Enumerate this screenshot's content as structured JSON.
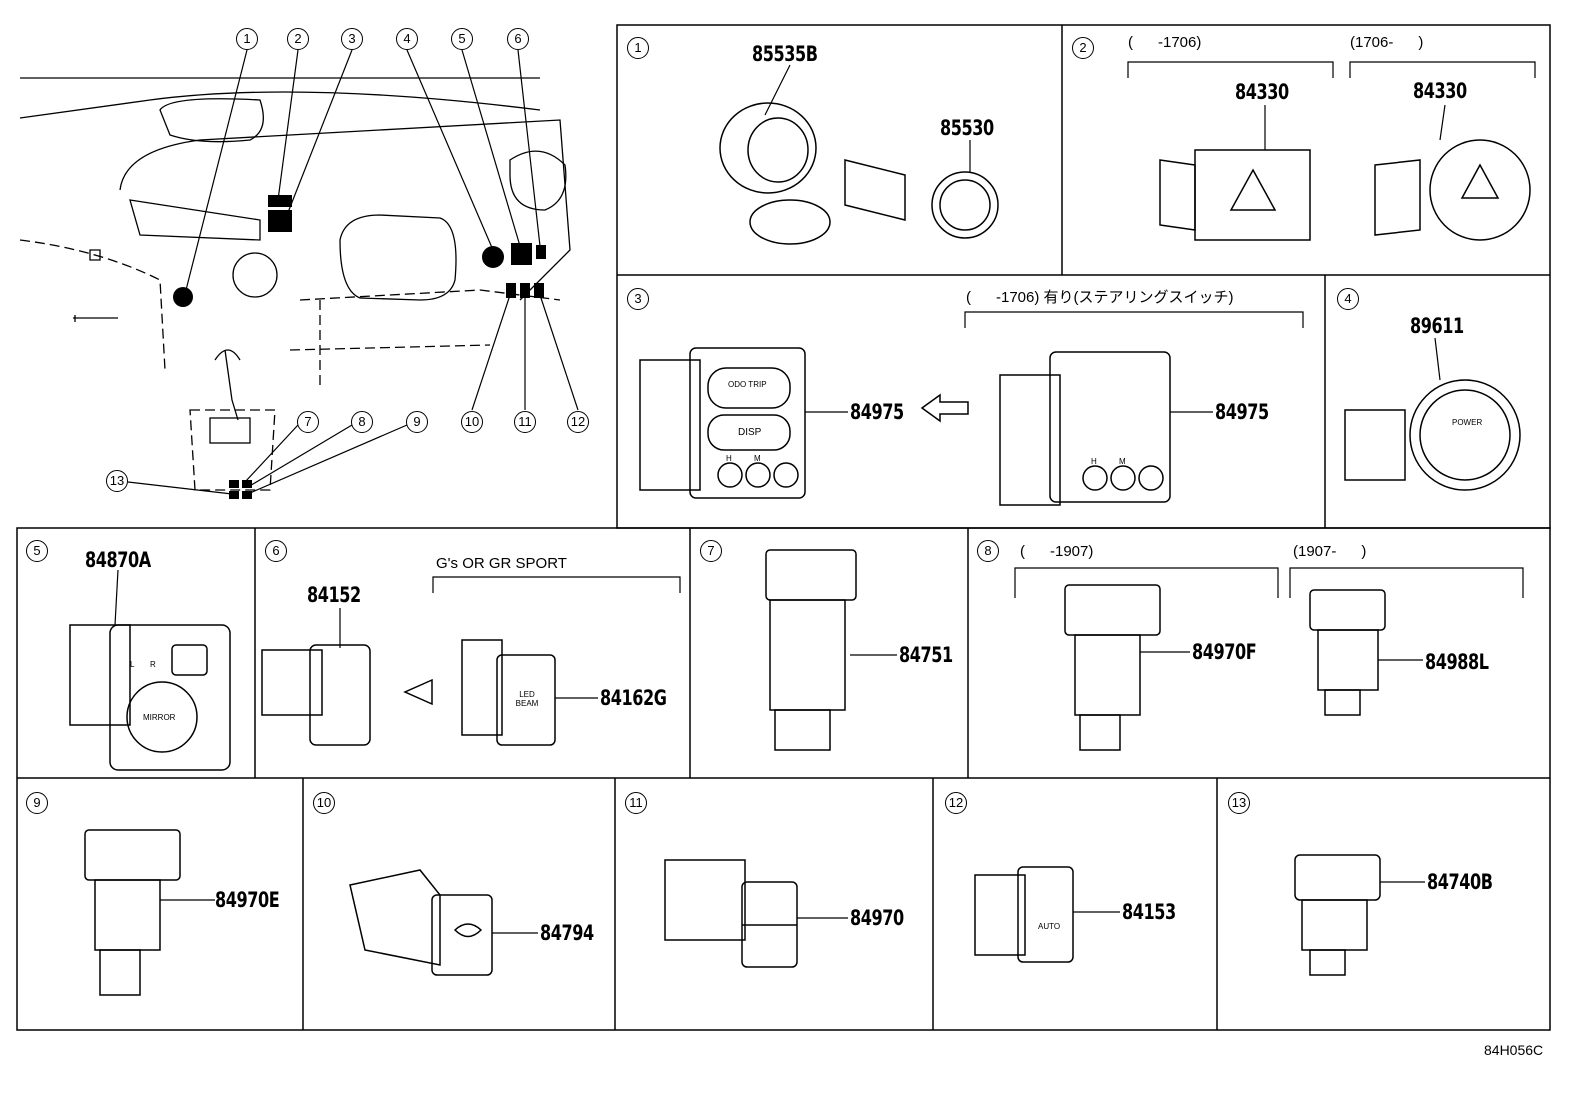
{
  "diagram_code": "84H056C",
  "overview": {
    "callouts": [
      "1",
      "2",
      "3",
      "4",
      "5",
      "6",
      "7",
      "8",
      "9",
      "10",
      "11",
      "12",
      "13"
    ]
  },
  "panels": [
    {
      "number": "1",
      "parts": [
        "85535B",
        "85530"
      ]
    },
    {
      "number": "2",
      "parts": [
        "84330",
        "84330"
      ],
      "notes": [
        "(      -1706)",
        "(1706-      )"
      ]
    },
    {
      "number": "3",
      "parts": [
        "84975",
        "84975"
      ],
      "notes": [
        "(      -1706) 有り(ステアリングスイッチ)"
      ],
      "labels": [
        "ODO TRIP",
        "DISP",
        "H",
        "M",
        "H",
        "M"
      ]
    },
    {
      "number": "4",
      "parts": [
        "89611"
      ],
      "labels": [
        "POWER"
      ]
    },
    {
      "number": "5",
      "parts": [
        "84870A"
      ],
      "labels": [
        "L",
        "R",
        "MIRROR"
      ]
    },
    {
      "number": "6",
      "parts": [
        "84152",
        "84162G"
      ],
      "notes": [
        "G's OR GR SPORT"
      ],
      "labels": [
        "LED BEAM"
      ]
    },
    {
      "number": "7",
      "parts": [
        "84751"
      ]
    },
    {
      "number": "8",
      "parts": [
        "84970F",
        "84988L"
      ],
      "notes": [
        "(      -1907)",
        "(1907-      )"
      ]
    },
    {
      "number": "9",
      "parts": [
        "84970E"
      ]
    },
    {
      "number": "10",
      "parts": [
        "84794"
      ]
    },
    {
      "number": "11",
      "parts": [
        "84970"
      ]
    },
    {
      "number": "12",
      "parts": [
        "84153"
      ],
      "labels": [
        "AUTO"
      ]
    },
    {
      "number": "13",
      "parts": [
        "84740B"
      ]
    }
  ]
}
